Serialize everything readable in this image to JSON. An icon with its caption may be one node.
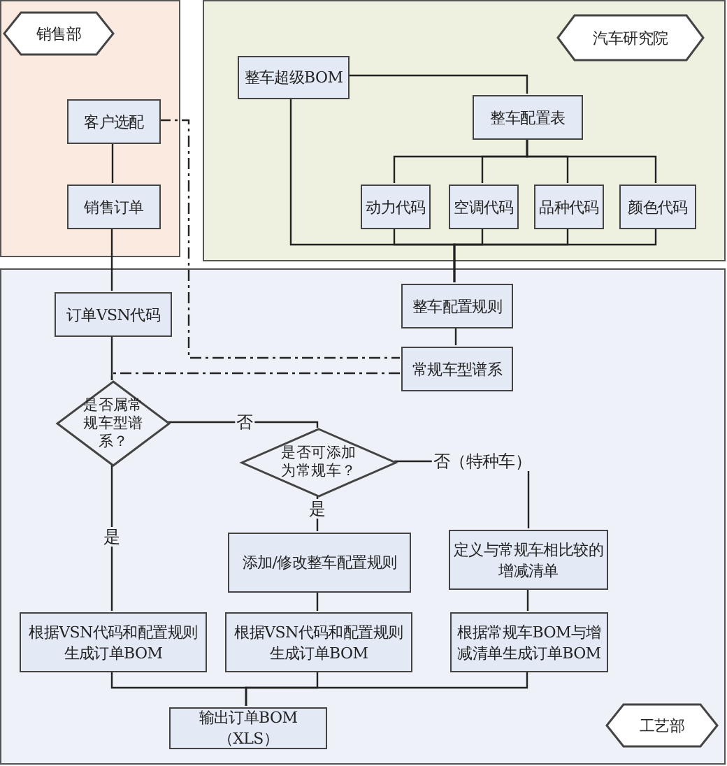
{
  "diagram": {
    "nodes": [
      {
        "text": [],
        "shape": "box"
      },
      {
        "text": [
          "销售部"
        ],
        "in": 0
      },
      {
        "text": [
          "客户选配"
        ],
        "in": 0
      },
      {
        "text": [
          "销售订单"
        ],
        "in": 0
      },
      {
        "text": [],
        "shape": "box"
      },
      {
        "text": [
          "汽车研究院"
        ],
        "in": 4
      },
      {
        "text": [
          "整车超级BOM"
        ],
        "in": 4
      },
      {
        "text": [
          "整车配置表"
        ],
        "in": 4
      },
      {
        "text": [
          "动力代码"
        ],
        "in": 4
      },
      {
        "text": [
          "空调代码"
        ],
        "in": 4
      },
      {
        "text": [
          "品种代码"
        ],
        "in": 4
      },
      {
        "text": [
          "颜色代码"
        ],
        "in": 4
      },
      {
        "text": [],
        "shape": "box"
      },
      {
        "text": [
          "订单VSN代码"
        ],
        "in": 12
      },
      {
        "text": [
          "整车配置规则"
        ],
        "in": 12
      },
      {
        "text": [
          "常规车型谱系"
        ],
        "in": 12
      },
      {
        "text": [
          "是否属常规车型谱系？"
        ],
        "in": 12
      },
      {
        "text": [
          "是否可添加为常规车？"
        ],
        "in": 12
      },
      {
        "text": [
          "添加/修改整车配置规则"
        ],
        "in": 12
      },
      {
        "text": [
          "定义与常规车相比较的增减清单"
        ],
        "in": 12
      },
      {
        "text": [
          "根据VSN代码和配置规则生成订单BOM"
        ],
        "in": 12
      },
      {
        "text": [
          "根据VSN代码和配置规则生成订单BOM"
        ],
        "in": 12
      },
      {
        "text": [
          "根据常规车BOM与增减清单生成订单BOM"
        ],
        "in": 12
      },
      {
        "text": [
          "输出订单BOM（XLS）"
        ],
        "in": 12
      },
      {
        "text": [
          "工艺部"
        ],
        "in": 12
      }
    ],
    "edges": [
      {
        "from": 2,
        "to": 3,
        "arrow": "none"
      },
      {
        "from": 3,
        "to": 13,
        "arrow": "none"
      },
      {
        "from": 6,
        "to": 7,
        "arrow": "none"
      },
      {
        "from": 7,
        "to": 8,
        "arrow": "none"
      },
      {
        "from": 7,
        "to": 9,
        "arrow": "none"
      },
      {
        "from": 7,
        "to": 10,
        "arrow": "none"
      },
      {
        "from": 7,
        "to": 11,
        "arrow": "none"
      },
      {
        "from": 6,
        "to": 14,
        "arrow": "none"
      },
      {
        "from": 8,
        "to": 14,
        "arrow": "none"
      },
      {
        "from": 9,
        "to": 14,
        "arrow": "none"
      },
      {
        "from": 10,
        "to": 14,
        "arrow": "none"
      },
      {
        "from": 11,
        "to": 14,
        "arrow": "none"
      },
      {
        "from": 14,
        "to": 15,
        "arrow": "none"
      },
      {
        "from": 2,
        "to": 15,
        "arrow": "none",
        "style": "dashed"
      },
      {
        "from": 15,
        "to": 16,
        "arrow": "none",
        "style": "dashed"
      },
      {
        "from": 13,
        "to": 16,
        "arrow": "none"
      },
      {
        "from": 16,
        "to": 17,
        "arrow": "none",
        "label": "否"
      },
      {
        "from": 17,
        "to": 19,
        "arrow": "none",
        "label": "否（特种车）"
      },
      {
        "from": 17,
        "to": 18,
        "arrow": "none",
        "label": "是"
      },
      {
        "from": 16,
        "to": 20,
        "arrow": "none",
        "label": "是"
      },
      {
        "from": 18,
        "to": 21,
        "arrow": "none"
      },
      {
        "from": 19,
        "to": 22,
        "arrow": "none"
      },
      {
        "from": 20,
        "to": 23,
        "arrow": "none"
      },
      {
        "from": 21,
        "to": 23,
        "arrow": "none"
      },
      {
        "from": 22,
        "to": 23,
        "arrow": "none"
      }
    ]
  }
}
